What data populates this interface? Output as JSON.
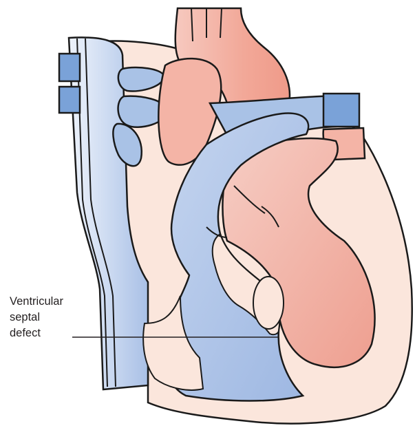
{
  "annotation": {
    "lines": [
      "Ventricular",
      "septal",
      "defect"
    ]
  },
  "colors": {
    "deoxygenated_blue": "#a9c2e6",
    "deoxygenated_blue_light": "#e3ecf8",
    "vein_blue": "#7aa2d8",
    "oxygenated_pink": "#f2aa9c",
    "oxygenated_pink_light": "#f6cdc3",
    "myocardium": "#fbe6dc",
    "outline": "#1a1a1a"
  }
}
